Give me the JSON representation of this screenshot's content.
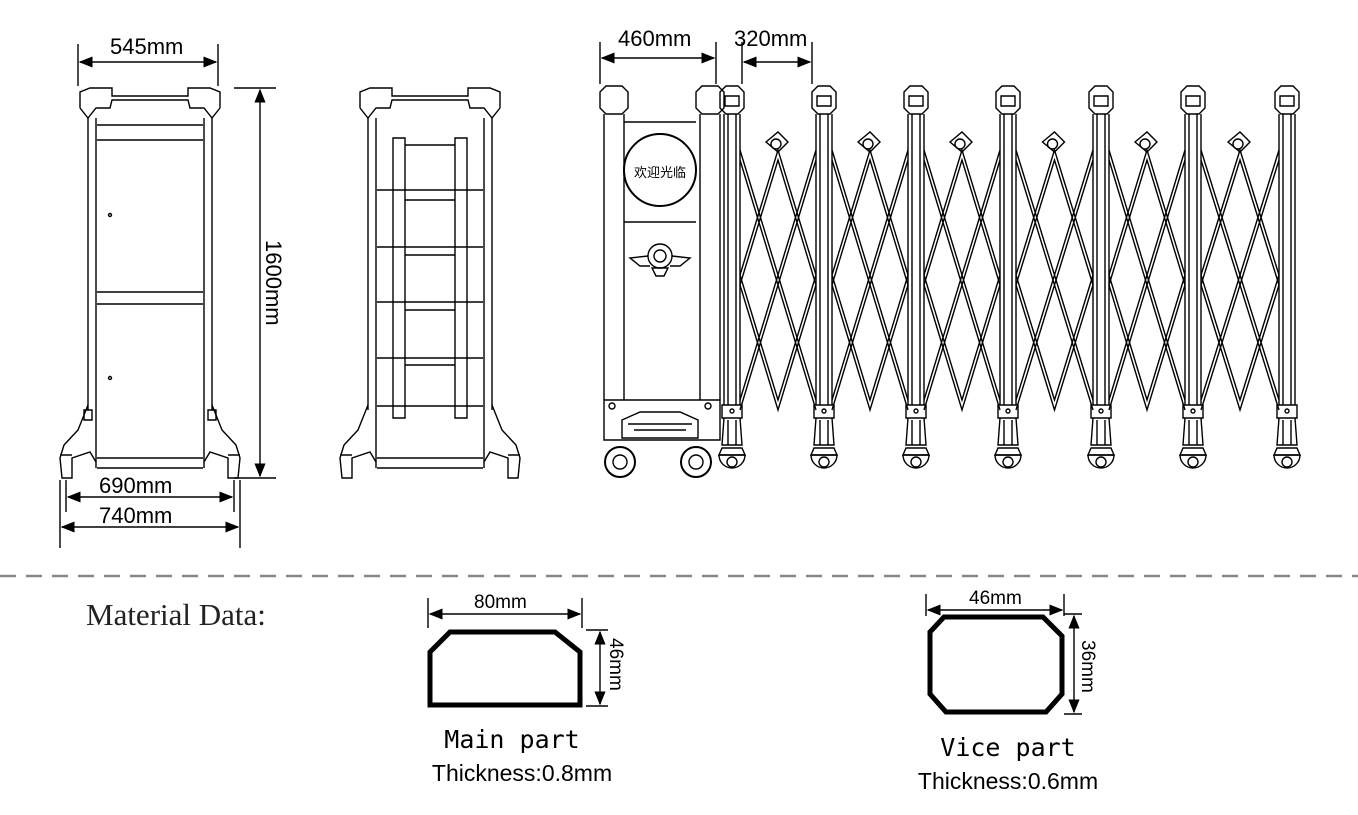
{
  "dimensions": {
    "front_top_width": "545mm",
    "height": "1600mm",
    "front_inner_base": "690mm",
    "front_outer_base": "740mm",
    "head_width": "460mm",
    "segment_spacing": "320mm"
  },
  "panel_text": "欢迎光临",
  "section_title": "Material Data:",
  "main_part": {
    "width": "80mm",
    "height": "46mm",
    "name": "Main part",
    "thickness": "Thickness:0.8mm"
  },
  "vice_part": {
    "width": "46mm",
    "height": "36mm",
    "name": "Vice part",
    "thickness": "Thickness:0.6mm"
  },
  "colors": {
    "line": "#000000",
    "divider": "#888888"
  }
}
